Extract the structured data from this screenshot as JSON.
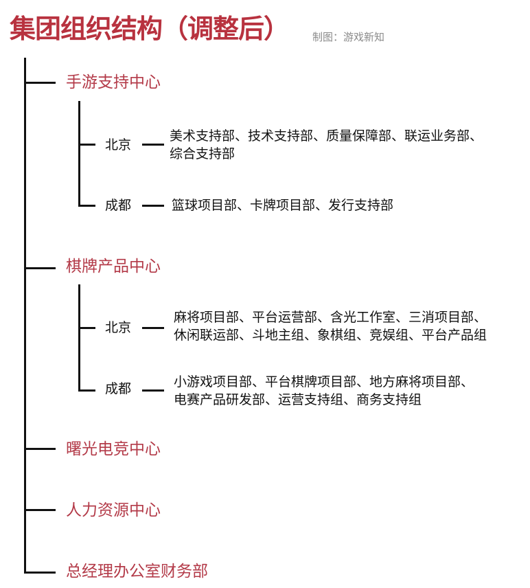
{
  "header": {
    "title": "集团组织结构（调整后）",
    "credit": "制图：游戏新知"
  },
  "colors": {
    "accent": "#b8323f",
    "line": "#111111",
    "credit": "#8a8a8a"
  },
  "centers": [
    {
      "name": "手游支持中心",
      "branches": [
        {
          "city": "北京",
          "departments_lines": [
            "美术支持部、技术支持部、质量保障部、联运业务部、",
            "综合支持部"
          ]
        },
        {
          "city": "成都",
          "departments_lines": [
            "篮球项目部、卡牌项目部、发行支持部"
          ]
        }
      ]
    },
    {
      "name": "棋牌产品中心",
      "branches": [
        {
          "city": "北京",
          "departments_lines": [
            "麻将项目部、平台运营部、含光工作室、三消项目部、",
            "休闲联运部、斗地主组、象棋组、竞娱组、平台产品组"
          ]
        },
        {
          "city": "成都",
          "departments_lines": [
            "小游戏项目部、平台棋牌项目部、地方麻将项目部、",
            "电赛产品研发部、运营支持组、商务支持组"
          ]
        }
      ]
    },
    {
      "name": "曙光电竞中心",
      "branches": []
    },
    {
      "name": "人力资源中心",
      "branches": []
    },
    {
      "name": "总经理办公室财务部",
      "branches": []
    }
  ]
}
